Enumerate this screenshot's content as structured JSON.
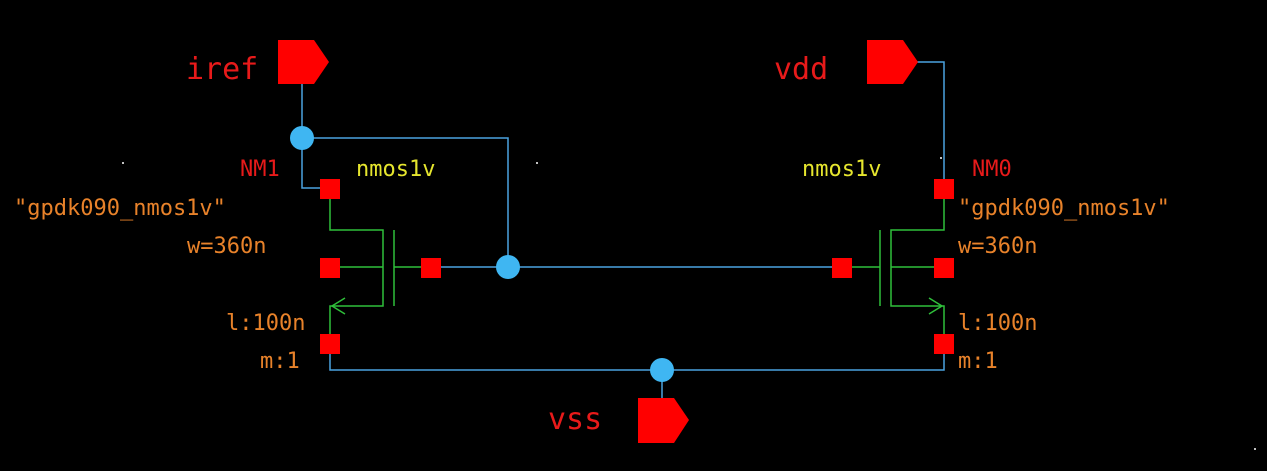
{
  "colors": {
    "background": "#000000",
    "wire": "#4aa3df",
    "symbol": "#2fbf3a",
    "terminal": "#ff0000",
    "junction": "#3fb6f2",
    "pin": "#ff0000",
    "pin_label": "#e81a1a",
    "instance_name": "#e81a1a",
    "cell_name": "#e6e62e",
    "property": "#e8822a"
  },
  "pins": {
    "iref": "iref",
    "vdd": "vdd",
    "vss": "vss"
  },
  "instances": {
    "nm1": {
      "name": "NM1",
      "cell": "nmos1v",
      "model": "\"gpdk090_nmos1v\"",
      "width": "w=360n",
      "length": "l:100n",
      "multiplier": "m:1"
    },
    "nm0": {
      "name": "NM0",
      "cell": "nmos1v",
      "model": "\"gpdk090_nmos1v\"",
      "width": "w=360n",
      "length": "l:100n",
      "multiplier": "m:1"
    }
  }
}
